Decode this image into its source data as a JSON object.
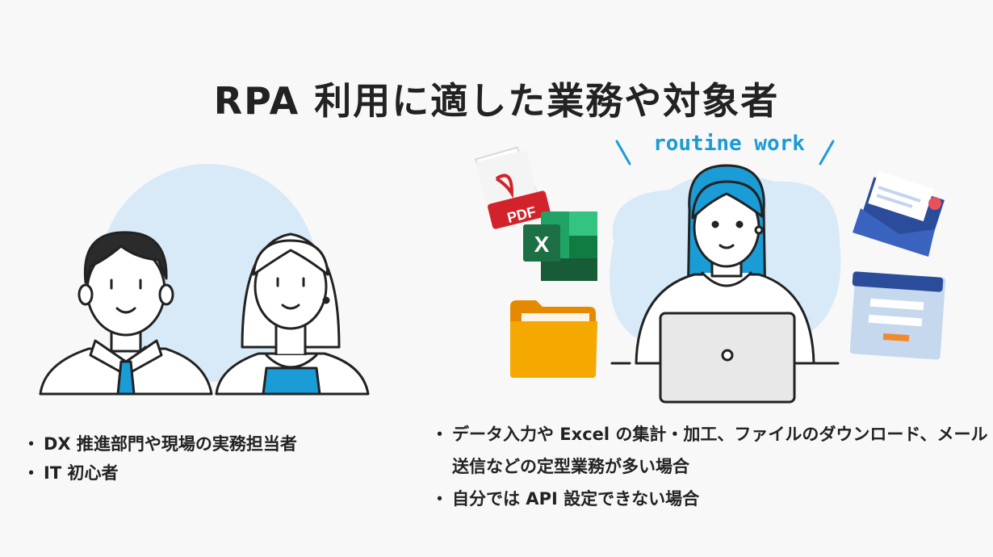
{
  "title": "RPA 利用に適した業務や対象者",
  "routine_label": "routine work",
  "pdf_badge": "PDF",
  "excel_letter": "X",
  "left_bullets": [
    "DX 推進部門や現場の実務担当者",
    "IT 初心者"
  ],
  "right_bullets": [
    "データ入力や Excel の集計・加工、ファイルのダウンロード、メール送信などの定型業務が多い場合",
    "自分では API 設定できない場合"
  ],
  "colors": {
    "accent": "#1a9cd6",
    "blob": "#d8eaf7",
    "pdf_red": "#d2232a",
    "excel_green": "#1d7044",
    "folder": "#f5a800",
    "mail": "#2b4c9a"
  }
}
